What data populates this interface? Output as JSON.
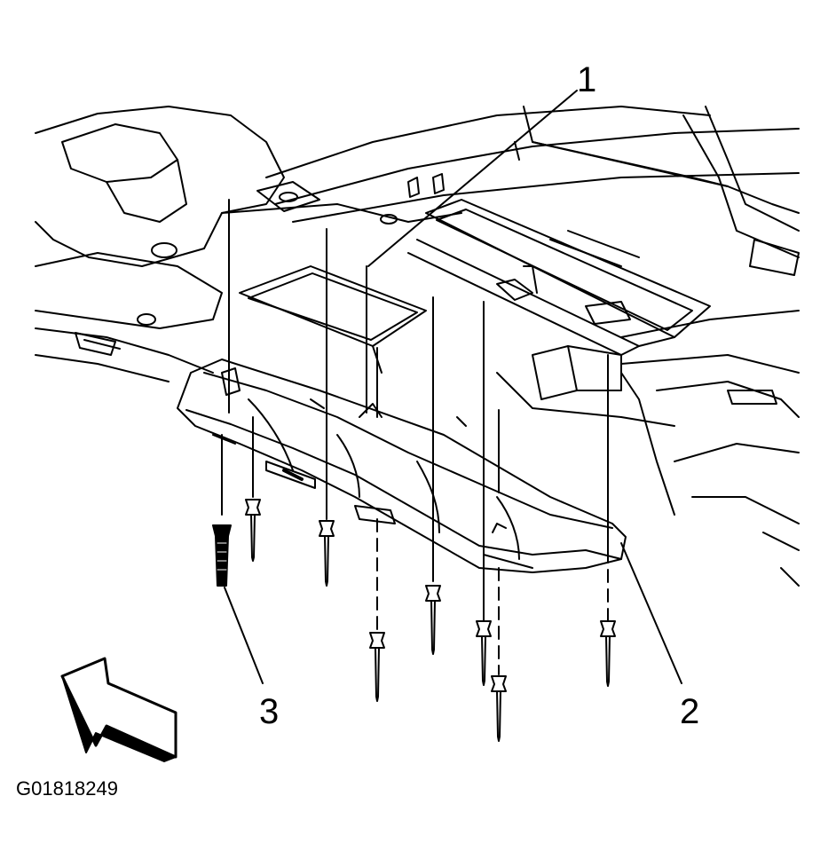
{
  "figure": {
    "id": "G01818249",
    "callouts": {
      "one": "1",
      "two": "2",
      "three": "3"
    }
  },
  "colors": {
    "ink": "#000000",
    "paper": "#ffffff"
  },
  "icons": [
    "direction-arrow-icon"
  ]
}
